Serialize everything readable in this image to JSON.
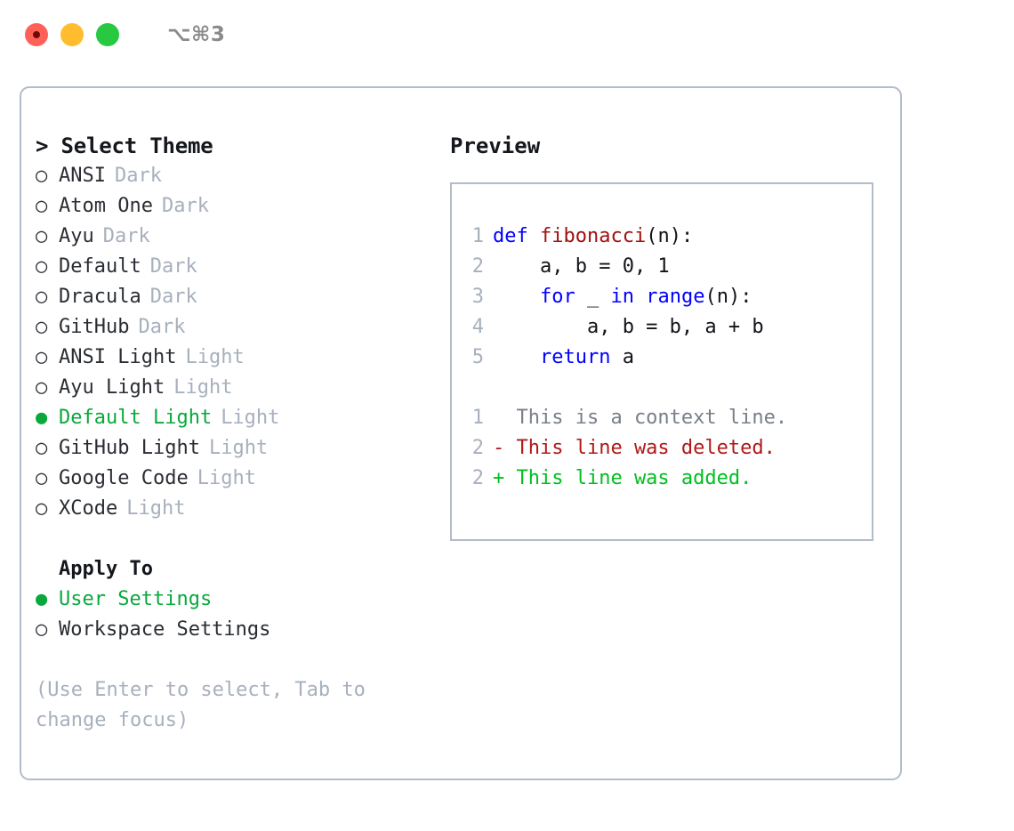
{
  "window": {
    "shortcut": "⌥⌘3",
    "traffic_lights": [
      {
        "name": "close",
        "color": "#ff6159"
      },
      {
        "name": "minimize",
        "color": "#ffbd2e"
      },
      {
        "name": "maximize",
        "color": "#28c840"
      }
    ]
  },
  "theme_list": {
    "title": "> Select Theme",
    "bullet_selected": "●",
    "bullet_unselected": "○",
    "selected_color": "#0aa83c",
    "tag_color": "#a7b0bd",
    "items": [
      {
        "label": "ANSI",
        "tag": "Dark",
        "selected": false
      },
      {
        "label": "Atom One",
        "tag": "Dark",
        "selected": false
      },
      {
        "label": "Ayu",
        "tag": "Dark",
        "selected": false
      },
      {
        "label": "Default",
        "tag": "Dark",
        "selected": false
      },
      {
        "label": "Dracula",
        "tag": "Dark",
        "selected": false
      },
      {
        "label": "GitHub",
        "tag": "Dark",
        "selected": false
      },
      {
        "label": "ANSI Light",
        "tag": "Light",
        "selected": false
      },
      {
        "label": "Ayu Light",
        "tag": "Light",
        "selected": false
      },
      {
        "label": "Default Light",
        "tag": "Light",
        "selected": true
      },
      {
        "label": "GitHub Light",
        "tag": "Light",
        "selected": false
      },
      {
        "label": "Google Code",
        "tag": "Light",
        "selected": false
      },
      {
        "label": "XCode",
        "tag": "Light",
        "selected": false
      }
    ]
  },
  "apply_to": {
    "title": "Apply To",
    "items": [
      {
        "label": "User Settings",
        "selected": true
      },
      {
        "label": "Workspace Settings",
        "selected": false
      }
    ]
  },
  "hint": "(Use Enter to select, Tab to change focus)",
  "preview": {
    "title": "Preview",
    "code_lines": [
      {
        "num": "1",
        "tokens": [
          {
            "t": "def",
            "c": "kw"
          },
          {
            "t": " ",
            "c": "plain"
          },
          {
            "t": "fibonacci",
            "c": "fn"
          },
          {
            "t": "(n):",
            "c": "plain"
          }
        ]
      },
      {
        "num": "2",
        "tokens": [
          {
            "t": "    a, b = 0, 1",
            "c": "plain"
          }
        ]
      },
      {
        "num": "3",
        "tokens": [
          {
            "t": "    ",
            "c": "plain"
          },
          {
            "t": "for",
            "c": "kw"
          },
          {
            "t": " _ ",
            "c": "plain"
          },
          {
            "t": "in",
            "c": "kw"
          },
          {
            "t": " ",
            "c": "plain"
          },
          {
            "t": "range",
            "c": "kw"
          },
          {
            "t": "(n):",
            "c": "plain"
          }
        ]
      },
      {
        "num": "4",
        "tokens": [
          {
            "t": "        a, b = b, a + b",
            "c": "plain"
          }
        ]
      },
      {
        "num": "5",
        "tokens": [
          {
            "t": "    ",
            "c": "plain"
          },
          {
            "t": "return",
            "c": "kw"
          },
          {
            "t": " a",
            "c": "plain"
          }
        ]
      }
    ],
    "diff_lines": [
      {
        "num": "1",
        "marker": " ",
        "text": " This is a context line.",
        "kind": "diff-ctx"
      },
      {
        "num": "2",
        "marker": "-",
        "text": " This line was deleted.",
        "kind": "diff-del"
      },
      {
        "num": "2",
        "marker": "+",
        "text": " This line was added.",
        "kind": "diff-add"
      }
    ],
    "colors": {
      "keyword": "#0000ff",
      "function": "#a01010",
      "plain": "#111317",
      "line_number": "#a7b0bd",
      "diff_context": "#787f8a",
      "diff_deleted": "#b01818",
      "diff_added": "#00bf1f"
    }
  }
}
